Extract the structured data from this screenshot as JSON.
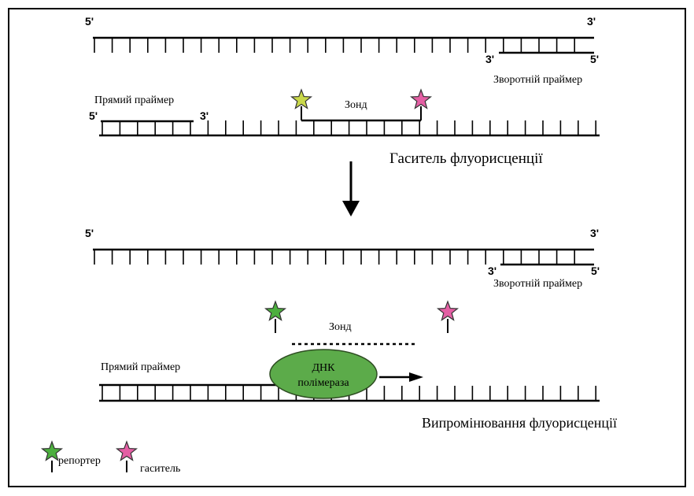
{
  "stage1": {
    "top_strand": {
      "end_left": "5'",
      "end_right": "3'"
    },
    "reverse_primer": {
      "end_left": "3'",
      "end_right": "5'",
      "label": "Зворотній праймер"
    },
    "forward_primer": {
      "label": "Прямий праймер",
      "end_left": "5'",
      "end_right": "3'"
    },
    "probe_label": "Зонд",
    "caption": "Гаситель флуорисценції"
  },
  "stage2": {
    "top_strand": {
      "end_left": "5'",
      "end_right": "3'"
    },
    "reverse_primer": {
      "end_left": "3'",
      "end_right": "5'",
      "label": "Зворотній праймер"
    },
    "probe_label": "Зонд",
    "forward_primer_label": "Прямий праймер",
    "polymerase": {
      "line1": "ДНК",
      "line2": "полімераза"
    },
    "caption": "Випромінювання флуорисценції"
  },
  "legend": {
    "reporter": "репортер",
    "quencher": "гаситель"
  },
  "colors": {
    "reporter_stage1": "#c9d84a",
    "reporter_stage2": "#4caf3e",
    "quencher": "#e45fa4",
    "polymerase": "#5cab4a",
    "line": "#000000"
  }
}
